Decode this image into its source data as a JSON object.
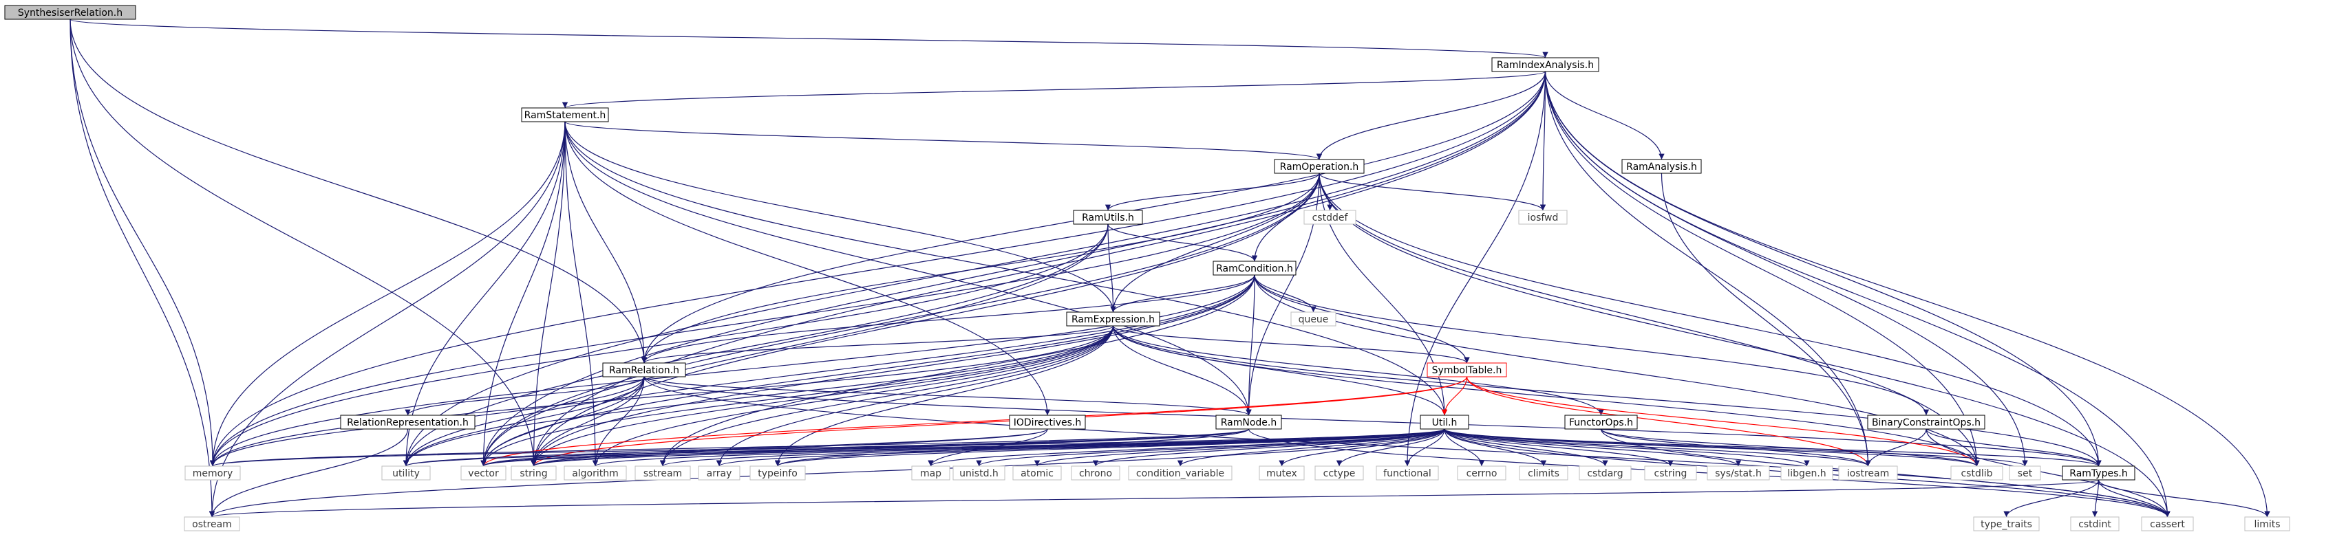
{
  "colors": {
    "edge": "#191970",
    "edge_red": "#ff0000",
    "edge_gray": "#7f7f7f",
    "root_fill": "#bfbfbf",
    "system_border": "#bfbfbf",
    "local_border": "#000000"
  },
  "nodes": [
    {
      "id": "SynthesiserRelation",
      "label": "SynthesiserRelation.h",
      "kind": "root"
    },
    {
      "id": "RamIndexAnalysis",
      "label": "RamIndexAnalysis.h",
      "kind": "local"
    },
    {
      "id": "RamStatement",
      "label": "RamStatement.h",
      "kind": "local"
    },
    {
      "id": "RamOperation",
      "label": "RamOperation.h",
      "kind": "local"
    },
    {
      "id": "RamAnalysis",
      "label": "RamAnalysis.h",
      "kind": "local"
    },
    {
      "id": "RamUtils",
      "label": "RamUtils.h",
      "kind": "local"
    },
    {
      "id": "RamCondition",
      "label": "RamCondition.h",
      "kind": "local"
    },
    {
      "id": "RamExpression",
      "label": "RamExpression.h",
      "kind": "local"
    },
    {
      "id": "RamRelation",
      "label": "RamRelation.h",
      "kind": "local"
    },
    {
      "id": "SymbolTable",
      "label": "SymbolTable.h",
      "kind": "redbox"
    },
    {
      "id": "RelationRepresentation",
      "label": "RelationRepresentation.h",
      "kind": "local"
    },
    {
      "id": "IODirectives",
      "label": "IODirectives.h",
      "kind": "local"
    },
    {
      "id": "RamNode",
      "label": "RamNode.h",
      "kind": "local"
    },
    {
      "id": "Util",
      "label": "Util.h",
      "kind": "local"
    },
    {
      "id": "FunctorOps",
      "label": "FunctorOps.h",
      "kind": "local"
    },
    {
      "id": "BinaryConstraintOps",
      "label": "BinaryConstraintOps.h",
      "kind": "local"
    },
    {
      "id": "RamTypes",
      "label": "RamTypes.h",
      "kind": "local"
    },
    {
      "id": "cstddef",
      "label": "cstddef",
      "kind": "system"
    },
    {
      "id": "iosfwd",
      "label": "iosfwd",
      "kind": "system"
    },
    {
      "id": "queue",
      "label": "queue",
      "kind": "system"
    },
    {
      "id": "memory",
      "label": "memory",
      "kind": "system"
    },
    {
      "id": "utility",
      "label": "utility",
      "kind": "system"
    },
    {
      "id": "vector",
      "label": "vector",
      "kind": "system"
    },
    {
      "id": "string",
      "label": "string",
      "kind": "system"
    },
    {
      "id": "algorithm",
      "label": "algorithm",
      "kind": "system"
    },
    {
      "id": "sstream",
      "label": "sstream",
      "kind": "system"
    },
    {
      "id": "array",
      "label": "array",
      "kind": "system"
    },
    {
      "id": "typeinfo",
      "label": "typeinfo",
      "kind": "system"
    },
    {
      "id": "map",
      "label": "map",
      "kind": "system"
    },
    {
      "id": "unistd",
      "label": "unistd.h",
      "kind": "system"
    },
    {
      "id": "atomic",
      "label": "atomic",
      "kind": "system"
    },
    {
      "id": "chrono",
      "label": "chrono",
      "kind": "system"
    },
    {
      "id": "condvar",
      "label": "condition_variable",
      "kind": "system"
    },
    {
      "id": "mutex",
      "label": "mutex",
      "kind": "system"
    },
    {
      "id": "cctype",
      "label": "cctype",
      "kind": "system"
    },
    {
      "id": "functional",
      "label": "functional",
      "kind": "system"
    },
    {
      "id": "cerrno",
      "label": "cerrno",
      "kind": "system"
    },
    {
      "id": "climits",
      "label": "climits",
      "kind": "system"
    },
    {
      "id": "cstdarg",
      "label": "cstdarg",
      "kind": "system"
    },
    {
      "id": "cstring",
      "label": "cstring",
      "kind": "system"
    },
    {
      "id": "sysstat",
      "label": "sys/stat.h",
      "kind": "system"
    },
    {
      "id": "libgen",
      "label": "libgen.h",
      "kind": "system"
    },
    {
      "id": "iostream",
      "label": "iostream",
      "kind": "system"
    },
    {
      "id": "cstdlib",
      "label": "cstdlib",
      "kind": "system"
    },
    {
      "id": "set",
      "label": "set",
      "kind": "system"
    },
    {
      "id": "ostream",
      "label": "ostream",
      "kind": "system"
    },
    {
      "id": "type_traits",
      "label": "type_traits",
      "kind": "system"
    },
    {
      "id": "cstdint",
      "label": "cstdint",
      "kind": "system"
    },
    {
      "id": "cassert",
      "label": "cassert",
      "kind": "system"
    },
    {
      "id": "limits",
      "label": "limits",
      "kind": "system"
    }
  ],
  "edges": [
    [
      "SynthesiserRelation",
      "RamIndexAnalysis"
    ],
    [
      "SynthesiserRelation",
      "RamRelation"
    ],
    [
      "SynthesiserRelation",
      "memory"
    ],
    [
      "SynthesiserRelation",
      "string"
    ],
    [
      "SynthesiserRelation",
      "ostream"
    ],
    [
      "RamIndexAnalysis",
      "RamStatement"
    ],
    [
      "RamIndexAnalysis",
      "RamOperation"
    ],
    [
      "RamIndexAnalysis",
      "RamAnalysis"
    ],
    [
      "RamIndexAnalysis",
      "RamRelation"
    ],
    [
      "RamIndexAnalysis",
      "RamTypes"
    ],
    [
      "RamIndexAnalysis",
      "iosfwd"
    ],
    [
      "RamIndexAnalysis",
      "memory"
    ],
    [
      "RamIndexAnalysis",
      "utility"
    ],
    [
      "RamIndexAnalysis",
      "vector"
    ],
    [
      "RamIndexAnalysis",
      "string"
    ],
    [
      "RamIndexAnalysis",
      "set"
    ],
    [
      "RamIndexAnalysis",
      "cassert"
    ],
    [
      "RamIndexAnalysis",
      "limits"
    ],
    [
      "RamIndexAnalysis",
      "functional"
    ],
    [
      "RamIndexAnalysis",
      "iostream"
    ],
    [
      "RamIndexAnalysis",
      "cstdlib"
    ],
    [
      "RamStatement",
      "RamOperation"
    ],
    [
      "RamStatement",
      "RamRelation"
    ],
    [
      "RamStatement",
      "RamExpression"
    ],
    [
      "RamStatement",
      "RamNode"
    ],
    [
      "RamStatement",
      "IODirectives"
    ],
    [
      "RamStatement",
      "Util"
    ],
    [
      "RamStatement",
      "memory"
    ],
    [
      "RamStatement",
      "utility"
    ],
    [
      "RamStatement",
      "vector"
    ],
    [
      "RamStatement",
      "string"
    ],
    [
      "RamStatement",
      "algorithm"
    ],
    [
      "RamStatement",
      "ostream"
    ],
    [
      "RamOperation",
      "RamUtils"
    ],
    [
      "RamOperation",
      "RamCondition"
    ],
    [
      "RamOperation",
      "RamExpression"
    ],
    [
      "RamOperation",
      "RamRelation"
    ],
    [
      "RamOperation",
      "RamNode"
    ],
    [
      "RamOperation",
      "Util"
    ],
    [
      "RamOperation",
      "RamTypes"
    ],
    [
      "RamOperation",
      "cstddef"
    ],
    [
      "RamOperation",
      "iosfwd"
    ],
    [
      "RamOperation",
      "memory"
    ],
    [
      "RamOperation",
      "vector"
    ],
    [
      "RamOperation",
      "string"
    ],
    [
      "RamOperation",
      "cassert"
    ],
    [
      "RamOperation",
      "cstdlib"
    ],
    [
      "RamAnalysis",
      "iostream"
    ],
    [
      "RamUtils",
      "RamCondition"
    ],
    [
      "RamUtils",
      "RamExpression"
    ],
    [
      "RamUtils",
      "memory"
    ],
    [
      "RamUtils",
      "vector"
    ],
    [
      "RamUtils",
      "utility"
    ],
    [
      "RamCondition",
      "RamExpression"
    ],
    [
      "RamCondition",
      "RamRelation"
    ],
    [
      "RamCondition",
      "RamNode"
    ],
    [
      "RamCondition",
      "SymbolTable"
    ],
    [
      "RamCondition",
      "BinaryConstraintOps"
    ],
    [
      "RamCondition",
      "queue"
    ],
    [
      "RamCondition",
      "memory"
    ],
    [
      "RamCondition",
      "vector"
    ],
    [
      "RamCondition",
      "string"
    ],
    [
      "RamCondition",
      "sstream"
    ],
    [
      "RamCondition",
      "cstdlib"
    ],
    [
      "RamCondition",
      "utility"
    ],
    [
      "RamExpression",
      "RamRelation"
    ],
    [
      "RamExpression",
      "RamNode"
    ],
    [
      "RamExpression",
      "SymbolTable"
    ],
    [
      "RamExpression",
      "FunctorOps"
    ],
    [
      "RamExpression",
      "Util"
    ],
    [
      "RamExpression",
      "RamTypes"
    ],
    [
      "RamExpression",
      "memory"
    ],
    [
      "RamExpression",
      "vector"
    ],
    [
      "RamExpression",
      "string"
    ],
    [
      "RamExpression",
      "algorithm"
    ],
    [
      "RamExpression",
      "sstream"
    ],
    [
      "RamExpression",
      "array"
    ],
    [
      "RamExpression",
      "typeinfo"
    ],
    [
      "RamExpression",
      "utility"
    ],
    [
      "RamExpression",
      "cstdlib"
    ],
    [
      "RamRelation",
      "RelationRepresentation"
    ],
    [
      "RamRelation",
      "RamNode"
    ],
    [
      "RamRelation",
      "RamTypes"
    ],
    [
      "RamRelation",
      "memory"
    ],
    [
      "RamRelation",
      "utility"
    ],
    [
      "RamRelation",
      "vector"
    ],
    [
      "RamRelation",
      "string"
    ],
    [
      "RamRelation",
      "algorithm"
    ],
    [
      "RamRelation",
      "cassert"
    ],
    [
      "SymbolTable",
      "Util"
    ],
    [
      "SymbolTable",
      "iostream"
    ],
    [
      "SymbolTable",
      "vector"
    ],
    [
      "SymbolTable",
      "string"
    ],
    [
      "SymbolTable",
      "cstdlib"
    ],
    [
      "RelationRepresentation",
      "ostream"
    ],
    [
      "IODirectives",
      "map"
    ],
    [
      "IODirectives",
      "string"
    ],
    [
      "IODirectives",
      "vector"
    ],
    [
      "RamNode",
      "memory"
    ],
    [
      "RamNode",
      "vector"
    ],
    [
      "RamNode",
      "string"
    ],
    [
      "RamNode",
      "typeinfo"
    ],
    [
      "RamNode",
      "utility"
    ],
    [
      "RamNode",
      "cassert"
    ],
    [
      "Util",
      "RamTypes"
    ],
    [
      "Util",
      "memory"
    ],
    [
      "Util",
      "utility"
    ],
    [
      "Util",
      "vector"
    ],
    [
      "Util",
      "string"
    ],
    [
      "Util",
      "algorithm"
    ],
    [
      "Util",
      "sstream"
    ],
    [
      "Util",
      "array"
    ],
    [
      "Util",
      "typeinfo"
    ],
    [
      "Util",
      "map"
    ],
    [
      "Util",
      "unistd"
    ],
    [
      "Util",
      "atomic"
    ],
    [
      "Util",
      "chrono"
    ],
    [
      "Util",
      "condvar"
    ],
    [
      "Util",
      "mutex"
    ],
    [
      "Util",
      "cctype"
    ],
    [
      "Util",
      "functional"
    ],
    [
      "Util",
      "cerrno"
    ],
    [
      "Util",
      "climits"
    ],
    [
      "Util",
      "cstdarg"
    ],
    [
      "Util",
      "cstring"
    ],
    [
      "Util",
      "sysstat"
    ],
    [
      "Util",
      "libgen"
    ],
    [
      "Util",
      "iostream"
    ],
    [
      "Util",
      "cstdlib"
    ],
    [
      "Util",
      "set"
    ],
    [
      "Util",
      "cassert"
    ],
    [
      "Util",
      "ostream"
    ],
    [
      "FunctorOps",
      "cstdlib"
    ],
    [
      "FunctorOps",
      "cassert"
    ],
    [
      "FunctorOps",
      "iostream"
    ],
    [
      "BinaryConstraintOps",
      "RamTypes"
    ],
    [
      "BinaryConstraintOps",
      "iostream"
    ],
    [
      "BinaryConstraintOps",
      "cassert"
    ],
    [
      "RamTypes",
      "cassert"
    ],
    [
      "RamTypes",
      "cstdint"
    ],
    [
      "RamTypes",
      "type_traits"
    ],
    [
      "RamTypes",
      "ostream"
    ],
    [
      "RamTypes",
      "limits"
    ]
  ]
}
